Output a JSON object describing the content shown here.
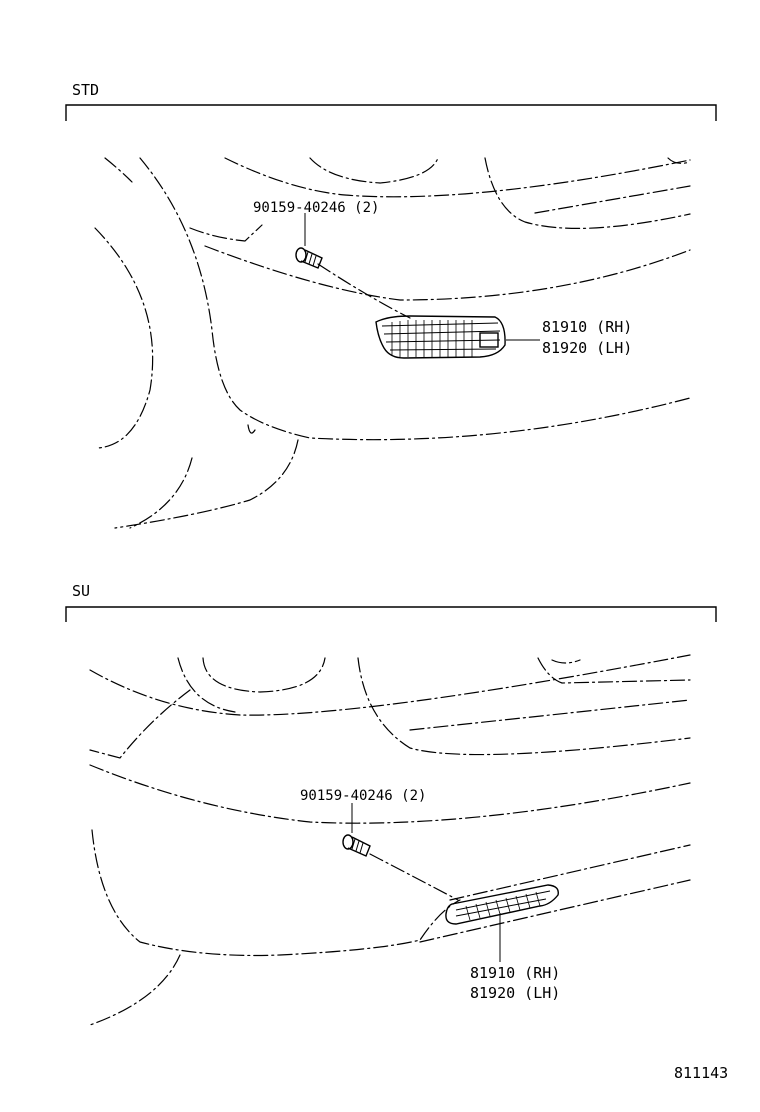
{
  "diagram_id": "811143",
  "sections": [
    {
      "title": "STD",
      "screw_label": "90159-40246 (2)",
      "part_label_rh": "81910 (RH)",
      "part_label_lh": "81920 (LH)"
    },
    {
      "title": "SU",
      "screw_label": "90159-40246 (2)",
      "part_label_rh": "81910 (RH)",
      "part_label_lh": "81920 (LH)"
    }
  ]
}
